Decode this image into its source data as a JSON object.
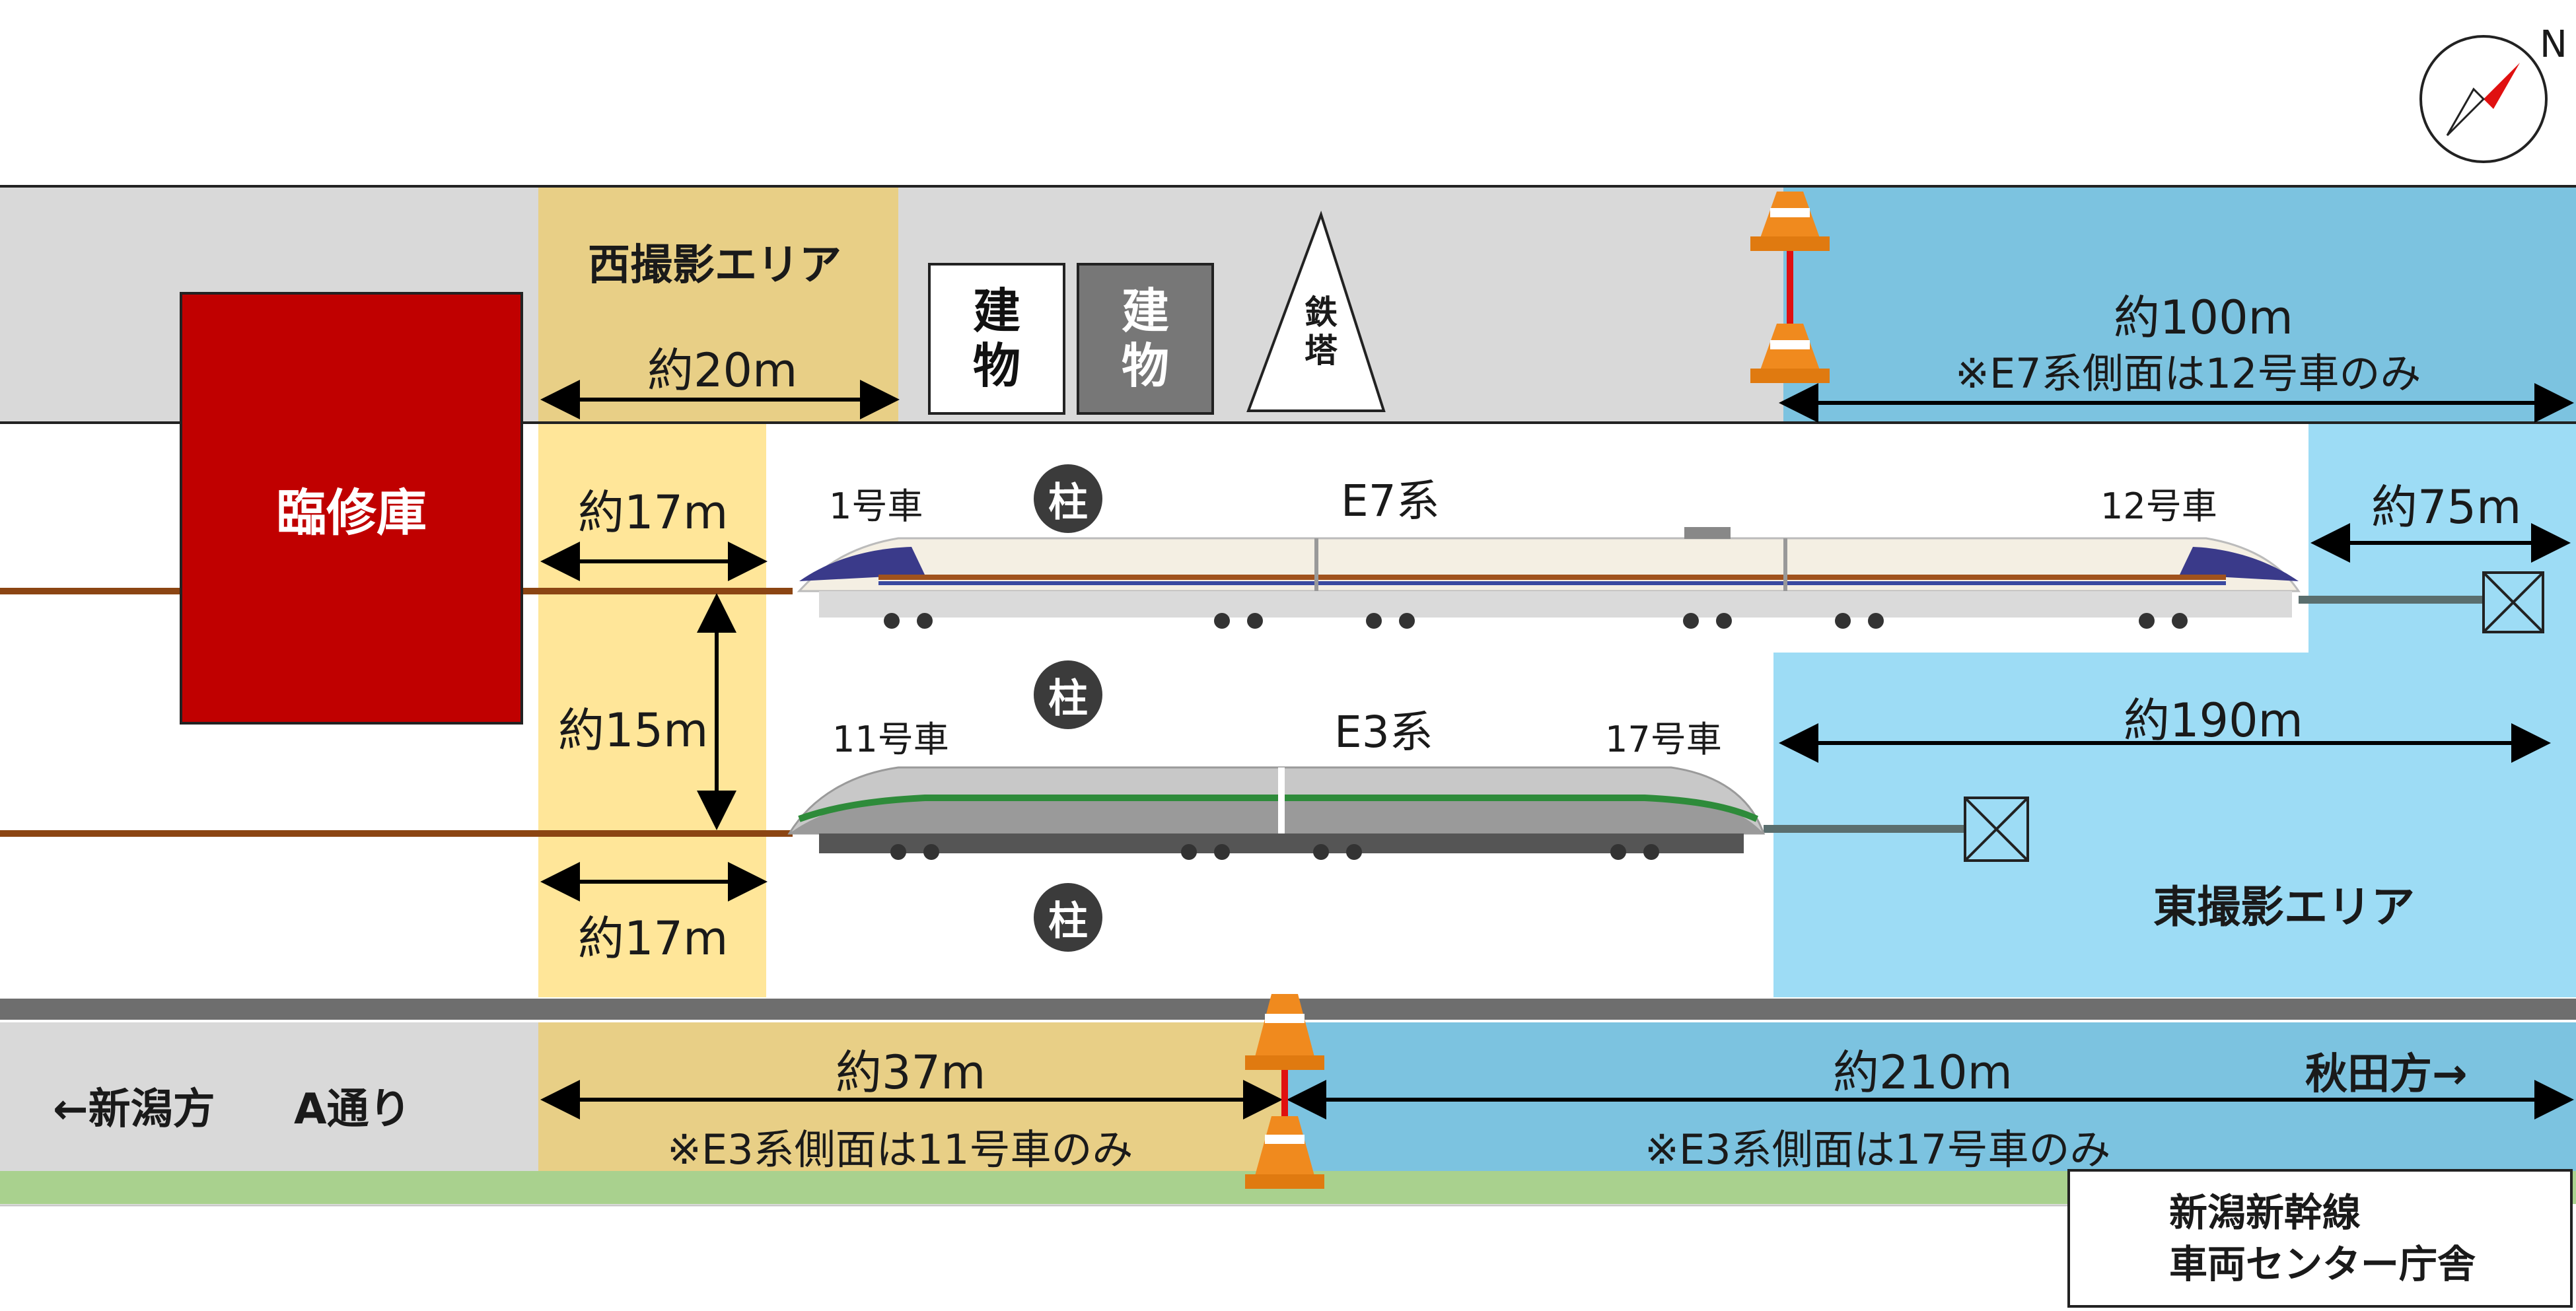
{
  "areas": {
    "west": "西撮影エリア",
    "east": "東撮影エリア"
  },
  "depot": "臨修庫",
  "buildings": {
    "white": [
      "建",
      "物"
    ],
    "dark": [
      "建",
      "物"
    ],
    "tower": [
      "鉄",
      "塔"
    ]
  },
  "pillar_label": "柱",
  "trains": {
    "e7": {
      "name": "E7系",
      "car_first": "1号車",
      "car_last": "12号車"
    },
    "e3": {
      "name": "E3系",
      "car_first": "11号車",
      "car_last": "17号車"
    }
  },
  "distances": {
    "west_top": "約20m",
    "west_mid1": "約17m",
    "west_gap": "約15m",
    "west_mid2": "約17m",
    "east_top": "約100m",
    "east_top_note": "※E7系側面は12号車のみ",
    "east_mid": "約75m",
    "east_lower": "約190m",
    "road_west": "約37m",
    "road_west_note": "※E3系側面は11号車のみ",
    "road_east": "約210m",
    "road_east_note": "※E3系側面は17号車のみ"
  },
  "road": {
    "left": "←新潟方",
    "name": "A通り",
    "right": "秋田方→"
  },
  "facility": [
    "新潟新幹線",
    "車両センター庁舎"
  ],
  "compass": "N",
  "colors": {
    "depot": "#c00000",
    "west_area": "#ffe699",
    "east_area": "#9ddcf5",
    "gray_band": "#d9d9d9",
    "rail": "#8b4513",
    "green_strip": "#a9d18e"
  }
}
